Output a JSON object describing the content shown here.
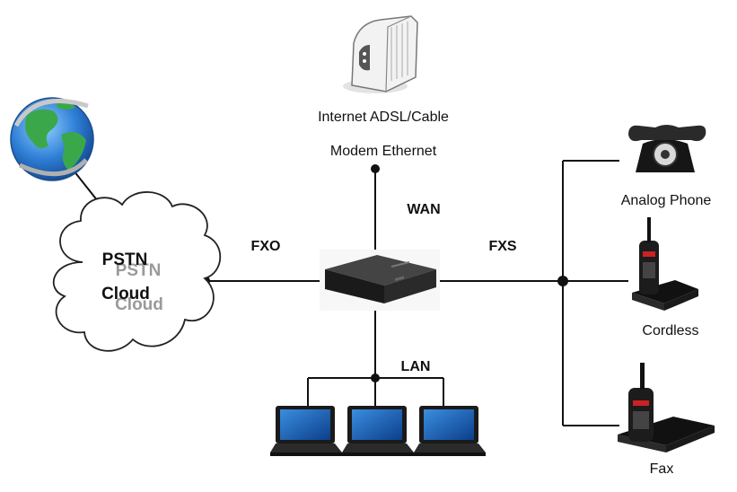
{
  "nodes": {
    "modem": {
      "line1": "Internet ADSL/Cable",
      "line2": "Modem Ethernet",
      "icon": "adsl-modem-icon"
    },
    "cloud": {
      "line1": "PSTN",
      "line2": "Cloud",
      "icon": "cloud-icon"
    },
    "globe": {
      "icon": "globe-icon"
    },
    "gateway": {
      "icon": "voip-gateway-icon"
    },
    "analog_phone": {
      "label": "Analog Phone",
      "icon": "rotary-phone-icon"
    },
    "cordless": {
      "label": "Cordless",
      "icon": "cordless-phone-icon"
    },
    "fax": {
      "label": "Fax",
      "icon": "fax-phone-icon"
    },
    "laptops": [
      {
        "icon": "laptop-icon"
      },
      {
        "icon": "laptop-icon"
      },
      {
        "icon": "laptop-icon"
      }
    ]
  },
  "links": {
    "wan": "WAN",
    "lan": "LAN",
    "fxo": "FXO",
    "fxs": "FXS"
  },
  "colors": {
    "line": "#111111",
    "globe_ocean": "#2f7fd6",
    "globe_land": "#3aa84a",
    "gateway": "#1e1e1e"
  }
}
